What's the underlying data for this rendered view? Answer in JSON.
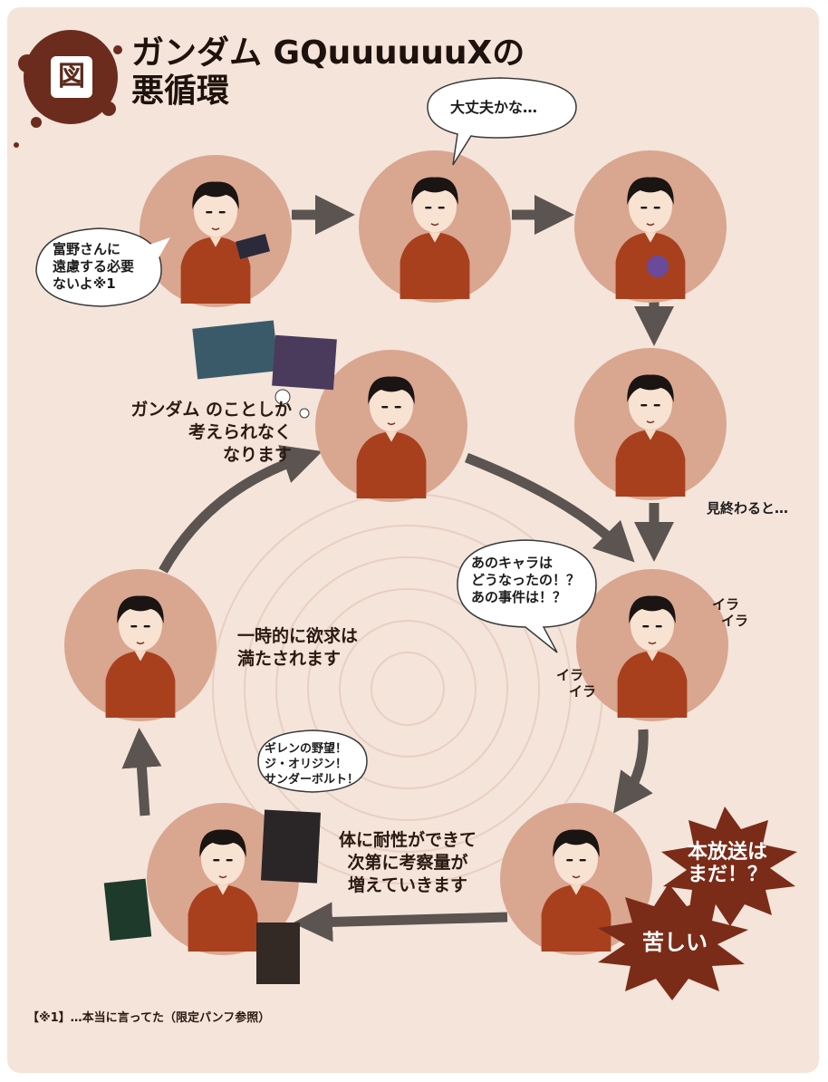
{
  "badge": "図",
  "title": {
    "line1": "ガンダム GQuuuuuuXの",
    "line2": "悪循環"
  },
  "bubbles": {
    "tomino": [
      "富野さんに",
      "遠慮する必要",
      "ないよ※1"
    ],
    "worry": "大丈夫かな…",
    "frustrated": [
      "あのキャラは",
      "どうなったの！？",
      "あの事件は！？"
    ],
    "other_works": [
      "ギレンの野望！",
      "ジ・オリジン！",
      "サンダーボルト！"
    ]
  },
  "captions": {
    "after_watching": "見終わると…",
    "gundam_only": [
      "ガンダム のことしか",
      "考えられなく",
      "なります"
    ],
    "satisfied": [
      "一時的に欲求は",
      "満たされます"
    ],
    "tolerance": [
      "体に耐性ができて",
      "次第に考察量が",
      "増えていきます"
    ]
  },
  "sfx": {
    "ira1": [
      "イラ",
      "イラ"
    ],
    "ira2": [
      "イラ",
      "イラ"
    ]
  },
  "bursts": {
    "not_aired": [
      "本放送は",
      "まだ！？"
    ],
    "painful": "苦しい"
  },
  "footnote": "【※1】…本当に言ってた（限定パンフ参照）",
  "colors": {
    "circle": "#d9a690",
    "shirt": "#a8401e",
    "arrow": "#5b5450",
    "badge": "#6b2c1e",
    "burst": "#7a2c18"
  }
}
